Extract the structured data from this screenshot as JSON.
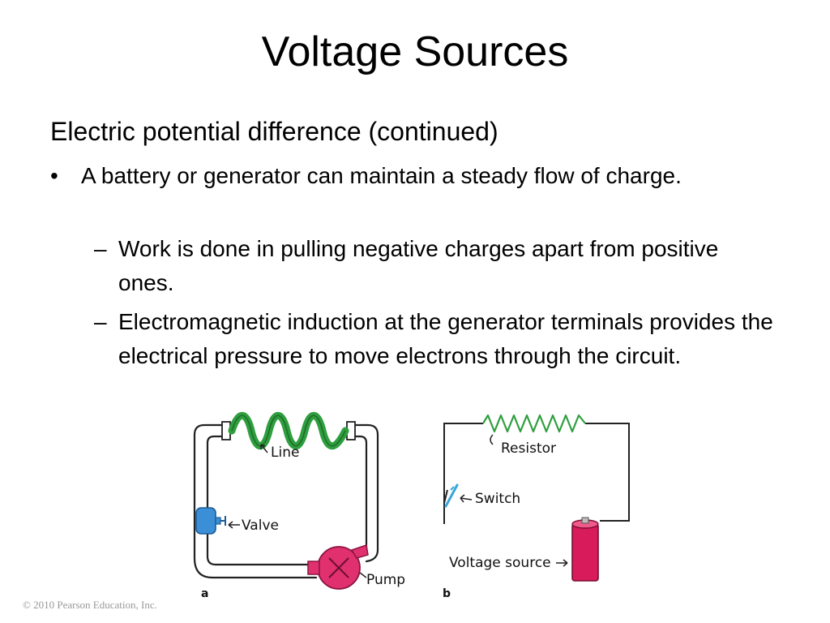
{
  "slide": {
    "title": "Voltage Sources",
    "heading": "Electric potential difference (continued)",
    "bullets": [
      {
        "marker": "•",
        "text": "A battery or generator can maintain a steady flow of charge.",
        "sub": [
          {
            "marker": "–",
            "text": "Work is done in pulling negative charges apart from positive ones."
          },
          {
            "marker": "–",
            "text": "Electromagnetic induction at the generator terminals provides the electrical pressure to move electrons through the circuit."
          }
        ]
      }
    ],
    "copyright": "© 2010 Pearson Education, Inc."
  },
  "figure": {
    "panel_a": {
      "letter": "a",
      "labels": {
        "line": "Line",
        "valve": "Valve",
        "pump": "Pump"
      },
      "icons": [
        "pipe-loop-icon",
        "coiled-line-icon",
        "valve-icon",
        "pump-icon"
      ]
    },
    "panel_b": {
      "letter": "b",
      "labels": {
        "resistor": "Resistor",
        "switch": "Switch",
        "voltage_source": "Voltage source"
      },
      "icons": [
        "wire-loop-icon",
        "resistor-zigzag-icon",
        "switch-icon",
        "battery-icon"
      ]
    },
    "colors": {
      "coil": "#2e9e3e",
      "valve": "#3a8fd6",
      "pump": "#e0306e",
      "battery": "#d81b5a",
      "switch": "#3aa6d9",
      "resistor": "#2e9e3e"
    }
  }
}
